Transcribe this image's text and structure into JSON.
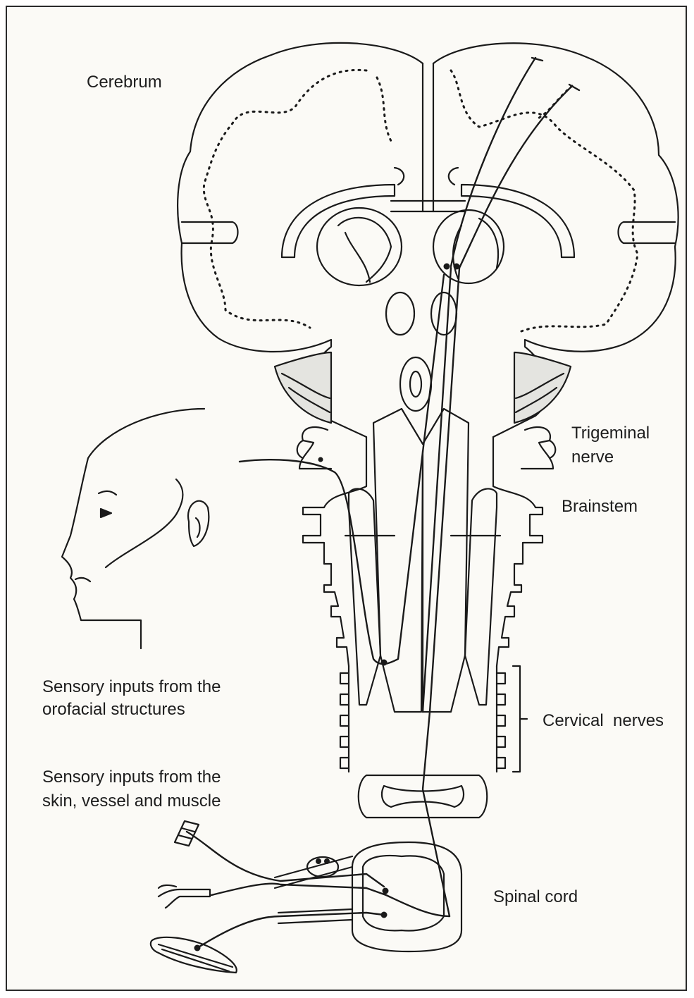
{
  "labels": {
    "cerebrum": "Cerebrum",
    "trigeminal_line1": "Trigeminal",
    "trigeminal_line2": "nerve",
    "brainstem": "Brainstem",
    "orofacial_line1": "Sensory inputs from the",
    "orofacial_line2": "orofacial structures",
    "cervical": "Cervical  nerves",
    "somatic_line1": "Sensory inputs from the",
    "somatic_line2": "skin, vessel and muscle",
    "spinal_cord": "Spinal cord"
  },
  "colors": {
    "background": "#fbfaf6",
    "line": "#1a1a1a",
    "shade": "#e4e4e0"
  }
}
